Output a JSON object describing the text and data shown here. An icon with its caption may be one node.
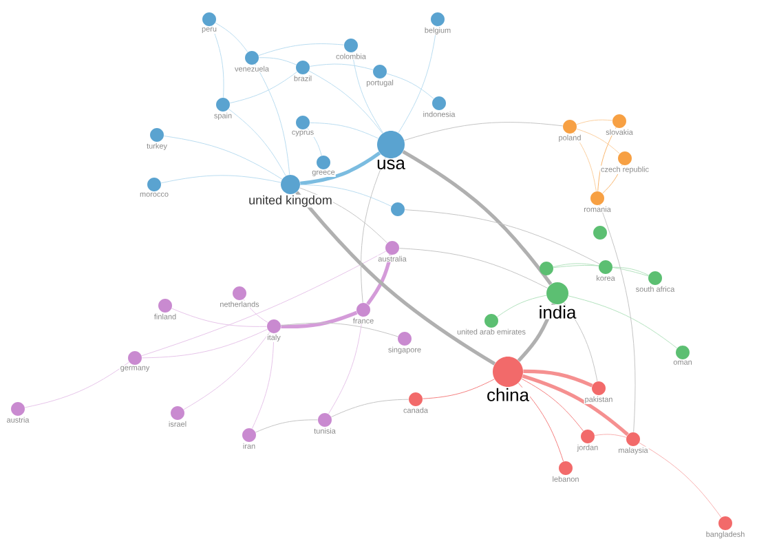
{
  "diagram": {
    "nodes": [
      {
        "text": [
          "peru"
        ]
      },
      {
        "text": [
          "venezuela"
        ]
      },
      {
        "text": [
          "colombia"
        ]
      },
      {
        "text": [
          "brazil"
        ]
      },
      {
        "text": [
          "portugal"
        ]
      },
      {
        "text": [
          "belgium"
        ]
      },
      {
        "text": [
          "spain"
        ]
      },
      {
        "text": [
          "cyprus"
        ]
      },
      {
        "text": [
          "indonesia"
        ]
      },
      {
        "text": [
          "turkey"
        ]
      },
      {
        "text": [
          "usa"
        ]
      },
      {
        "text": [
          "greece"
        ]
      },
      {
        "text": [
          "morocco"
        ]
      },
      {
        "text": [
          "united kingdom"
        ]
      },
      {
        "text": [],
        "shape": "circle"
      },
      {
        "text": [
          "poland"
        ]
      },
      {
        "text": [
          "slovakia"
        ]
      },
      {
        "text": [
          "czech republic"
        ]
      },
      {
        "text": [
          "romania"
        ]
      },
      {
        "text": [],
        "shape": "circle"
      },
      {
        "text": [
          "korea"
        ]
      },
      {
        "text": [],
        "shape": "circle"
      },
      {
        "text": [
          "south africa"
        ]
      },
      {
        "text": [
          "india"
        ]
      },
      {
        "text": [
          "united arab emirates"
        ]
      },
      {
        "text": [
          "oman"
        ]
      },
      {
        "text": [
          "australia"
        ]
      },
      {
        "text": [
          "finland"
        ]
      },
      {
        "text": [
          "netherlands"
        ]
      },
      {
        "text": [
          "france"
        ]
      },
      {
        "text": [
          "italy"
        ]
      },
      {
        "text": [
          "singapore"
        ]
      },
      {
        "text": [
          "germany"
        ]
      },
      {
        "text": [
          "austria"
        ]
      },
      {
        "text": [
          "israel"
        ]
      },
      {
        "text": [
          "iran"
        ]
      },
      {
        "text": [
          "tunisia"
        ]
      },
      {
        "text": [
          "canada"
        ]
      },
      {
        "text": [
          "china"
        ]
      },
      {
        "text": [
          "pakistan"
        ]
      },
      {
        "text": [
          "jordan"
        ]
      },
      {
        "text": [
          "malaysia"
        ]
      },
      {
        "text": [
          "lebanon"
        ]
      },
      {
        "text": [
          "bangladesh"
        ]
      }
    ],
    "edges": [
      {
        "from": 0,
        "to": 1,
        "arrow": "none",
        "color": "#b9dcf0"
      },
      {
        "from": 0,
        "to": 6,
        "arrow": "none",
        "color": "#b9dcf0"
      },
      {
        "from": 1,
        "to": 2,
        "arrow": "none",
        "color": "#b9dcf0"
      },
      {
        "from": 1,
        "to": 3,
        "arrow": "none",
        "color": "#b9dcf0"
      },
      {
        "from": 1,
        "to": 13,
        "arrow": "none",
        "color": "#b9dcf0"
      },
      {
        "from": 3,
        "to": 4,
        "arrow": "none",
        "color": "#b9dcf0"
      },
      {
        "from": 3,
        "to": 6,
        "arrow": "none",
        "color": "#b9dcf0"
      },
      {
        "from": 3,
        "to": 10,
        "arrow": "none",
        "color": "#b9dcf0"
      },
      {
        "from": 2,
        "to": 10,
        "arrow": "none",
        "color": "#b9dcf0"
      },
      {
        "from": 4,
        "to": 8,
        "arrow": "none",
        "color": "#b9dcf0"
      },
      {
        "from": 5,
        "to": 10,
        "arrow": "none",
        "color": "#b9dcf0"
      },
      {
        "from": 6,
        "to": 13,
        "arrow": "none",
        "color": "#b9dcf0"
      },
      {
        "from": 7,
        "to": 11,
        "arrow": "none",
        "color": "#b9dcf0"
      },
      {
        "from": 7,
        "to": 10,
        "arrow": "none",
        "color": "#b9dcf0"
      },
      {
        "from": 9,
        "to": 13,
        "arrow": "none",
        "color": "#b9dcf0"
      },
      {
        "from": 12,
        "to": 13,
        "arrow": "none",
        "color": "#b9dcf0"
      },
      {
        "from": 13,
        "to": 10,
        "arrow": "none",
        "style": "thick",
        "color": "#7bbce0"
      },
      {
        "from": 13,
        "to": 14,
        "arrow": "none",
        "color": "#b9dcf0"
      },
      {
        "from": 15,
        "to": 16,
        "arrow": "none",
        "color": "#fbcf9f"
      },
      {
        "from": 15,
        "to": 17,
        "arrow": "none",
        "color": "#fbcf9f"
      },
      {
        "from": 15,
        "to": 18,
        "arrow": "none",
        "color": "#fbcf9f"
      },
      {
        "from": 16,
        "to": 18,
        "arrow": "none",
        "color": "#f9b66d"
      },
      {
        "from": 17,
        "to": 18,
        "arrow": "none",
        "color": "#f9b66d"
      },
      {
        "from": 21,
        "to": 20,
        "arrow": "none",
        "color": "#b3e2be"
      },
      {
        "from": 21,
        "to": 22,
        "arrow": "none",
        "color": "#b3e2be"
      },
      {
        "from": 20,
        "to": 22,
        "arrow": "none",
        "color": "#b3e2be"
      },
      {
        "from": 24,
        "to": 23,
        "arrow": "none",
        "color": "#b3e2be"
      },
      {
        "from": 23,
        "to": 25,
        "arrow": "none",
        "color": "#b3e2be"
      },
      {
        "from": 26,
        "to": 29,
        "arrow": "none",
        "style": "thick",
        "color": "#d49bd9"
      },
      {
        "from": 29,
        "to": 30,
        "arrow": "none",
        "style": "thick",
        "color": "#d49bd9"
      },
      {
        "from": 30,
        "to": 27,
        "arrow": "none",
        "color": "#e6c4e9"
      },
      {
        "from": 30,
        "to": 28,
        "arrow": "none",
        "color": "#e6c4e9"
      },
      {
        "from": 30,
        "to": 32,
        "arrow": "none",
        "color": "#e6c4e9"
      },
      {
        "from": 32,
        "to": 33,
        "arrow": "none",
        "color": "#e6c4e9"
      },
      {
        "from": 32,
        "to": 26,
        "arrow": "none",
        "color": "#e6c4e9"
      },
      {
        "from": 30,
        "to": 34,
        "arrow": "none",
        "color": "#e6c4e9"
      },
      {
        "from": 30,
        "to": 35,
        "arrow": "none",
        "color": "#e6c4e9"
      },
      {
        "from": 29,
        "to": 36,
        "arrow": "none",
        "color": "#e6c4e9"
      },
      {
        "from": 38,
        "to": 37,
        "arrow": "none",
        "color": "#f47f7f"
      },
      {
        "from": 38,
        "to": 39,
        "arrow": "none",
        "style": "thick",
        "color": "#f59090"
      },
      {
        "from": 38,
        "to": 41,
        "arrow": "none",
        "style": "thick",
        "color": "#f59090"
      },
      {
        "from": 38,
        "to": 40,
        "arrow": "none",
        "color": "#f47f7f"
      },
      {
        "from": 38,
        "to": 42,
        "arrow": "none",
        "color": "#f47f7f"
      },
      {
        "from": 40,
        "to": 41,
        "arrow": "none",
        "color": "#f8b0b0"
      },
      {
        "from": 41,
        "to": 43,
        "arrow": "none",
        "color": "#f8b0b0"
      },
      {
        "from": 10,
        "to": 23,
        "arrow": "none",
        "style": "thick"
      },
      {
        "from": 13,
        "to": 38,
        "arrow": "none",
        "style": "thick"
      },
      {
        "from": 10,
        "to": 29,
        "arrow": "none"
      },
      {
        "from": 23,
        "to": 38,
        "arrow": "none",
        "style": "thick"
      },
      {
        "from": 23,
        "to": 39,
        "arrow": "none"
      },
      {
        "from": 26,
        "to": 23,
        "arrow": "none"
      },
      {
        "from": 35,
        "to": 36,
        "arrow": "none"
      },
      {
        "from": 36,
        "to": 37,
        "arrow": "none"
      },
      {
        "from": 30,
        "to": 31,
        "arrow": "none"
      },
      {
        "from": 10,
        "to": 15,
        "arrow": "none"
      },
      {
        "from": 14,
        "to": 20,
        "arrow": "none"
      },
      {
        "from": 13,
        "to": 26,
        "arrow": "none"
      },
      {
        "from": 18,
        "to": 41,
        "arrow": "none"
      }
    ]
  }
}
